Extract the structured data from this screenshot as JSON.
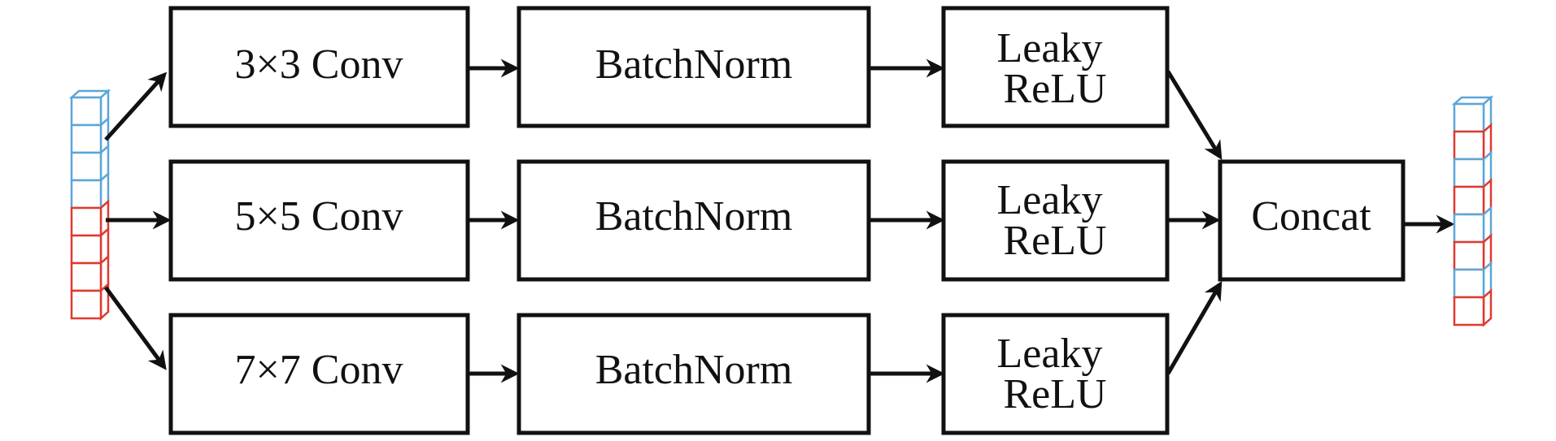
{
  "colors": {
    "line": "#111111",
    "tensor_blue": "#5aa6d8",
    "tensor_red": "#e0392f"
  },
  "input_tensor": {
    "cells": [
      "blue",
      "blue",
      "blue",
      "blue",
      "red",
      "red",
      "red",
      "red"
    ]
  },
  "output_tensor": {
    "cells": [
      "blue",
      "red",
      "blue",
      "red",
      "blue",
      "red",
      "blue",
      "red"
    ]
  },
  "branches": [
    {
      "conv_label": "3×3 Conv",
      "norm_label": "BatchNorm",
      "act_line1": "Leaky",
      "act_line2": "ReLU"
    },
    {
      "conv_label": "5×5 Conv",
      "norm_label": "BatchNorm",
      "act_line1": "Leaky",
      "act_line2": "ReLU"
    },
    {
      "conv_label": "7×7 Conv",
      "norm_label": "BatchNorm",
      "act_line1": "Leaky",
      "act_line2": "ReLU"
    }
  ],
  "concat": {
    "label": "Concat"
  }
}
